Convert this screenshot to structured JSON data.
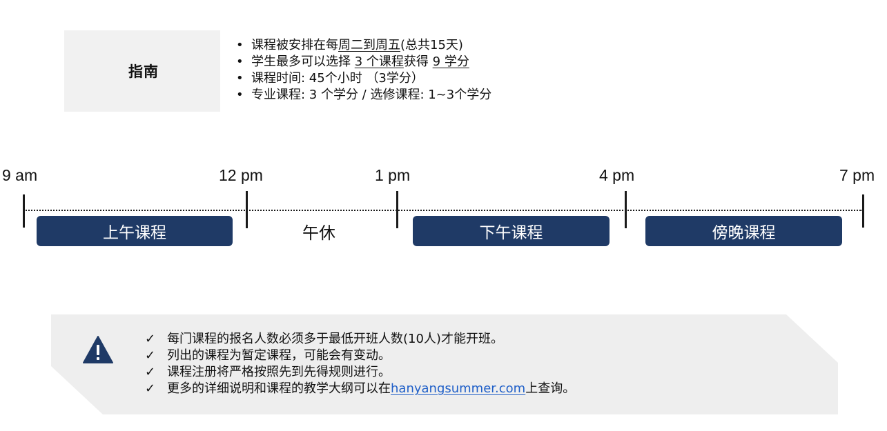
{
  "guide": {
    "title": "指南",
    "items": [
      {
        "pre": "课程被安排在每",
        "underlined": "周二到周五",
        "post": "(总共15天)"
      },
      {
        "pre": "学生最多可以选择 ",
        "u1": "3 个课程",
        "mid": "获得 ",
        "u2": "9 学分"
      },
      {
        "text": "课程时间: 45个小时 （3学分）"
      },
      {
        "text": "专业课程: 3 个学分 / 选修课程: 1~3个学分"
      }
    ]
  },
  "timeline": {
    "times": [
      "9 am",
      "12 pm",
      "1 pm",
      "4 pm",
      "7 pm"
    ],
    "sessions": {
      "morning": "上午课程",
      "lunch": "午休",
      "afternoon": "下午课程",
      "evening": "傍晚课程"
    },
    "session_color": "#1f3a66"
  },
  "notice": {
    "icon": "warning-triangle-icon",
    "check_mark": "✓",
    "items": [
      {
        "text": "每门课程的报名人数必须多于最低开班人数(10人)才能开班。"
      },
      {
        "text": "列出的课程为暂定课程，可能会有变动。"
      },
      {
        "text": "课程注册将严格按照先到先得规则进行。"
      },
      {
        "pre": "更多的详细说明和课程的教学大纲可以在",
        "link": "hanyangsummer.com",
        "post": "上查询。"
      }
    ],
    "panel_color": "#eeeeee",
    "link_color": "#1f5fc8"
  }
}
